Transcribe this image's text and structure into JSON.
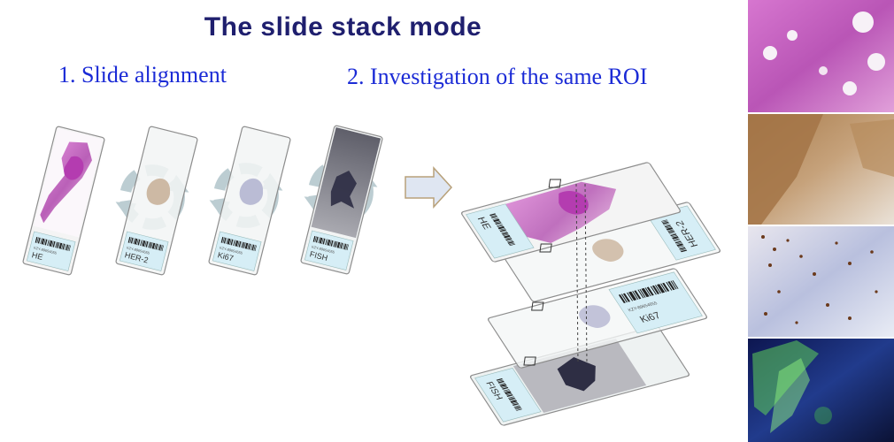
{
  "title": "The slide stack mode",
  "steps": {
    "alignment": "1. Slide alignment",
    "investigation": "2. Investigation of the same ROI"
  },
  "barcode_text": "KZY-89654655",
  "slides": [
    {
      "label": "HE",
      "stain": "#c63fc1"
    },
    {
      "label": "HER-2",
      "stain": "#b79a7e"
    },
    {
      "label": "Ki67",
      "stain": "#a9a8c2"
    },
    {
      "label": "FISH",
      "stain": "#3c3c58"
    }
  ],
  "colors": {
    "title": "#1f1f6e",
    "steps": "#1b2bd6",
    "arrow_fill": "#dfe6f2",
    "arrow_stroke": "#b8a17a",
    "rotation_icon": "#bccdd2",
    "label_panel": "#d6eef6"
  },
  "icons": [
    "rotation-icon",
    "arrow-right-icon",
    "roi-marker-icon"
  ],
  "tissue_panels": [
    {
      "stain": "HE",
      "color": "#cf68c8"
    },
    {
      "stain": "HER-2",
      "color": "#b58e63"
    },
    {
      "stain": "Ki67",
      "color": "#c9cde0"
    },
    {
      "stain": "FISH",
      "color": "#1d2a6e"
    }
  ]
}
